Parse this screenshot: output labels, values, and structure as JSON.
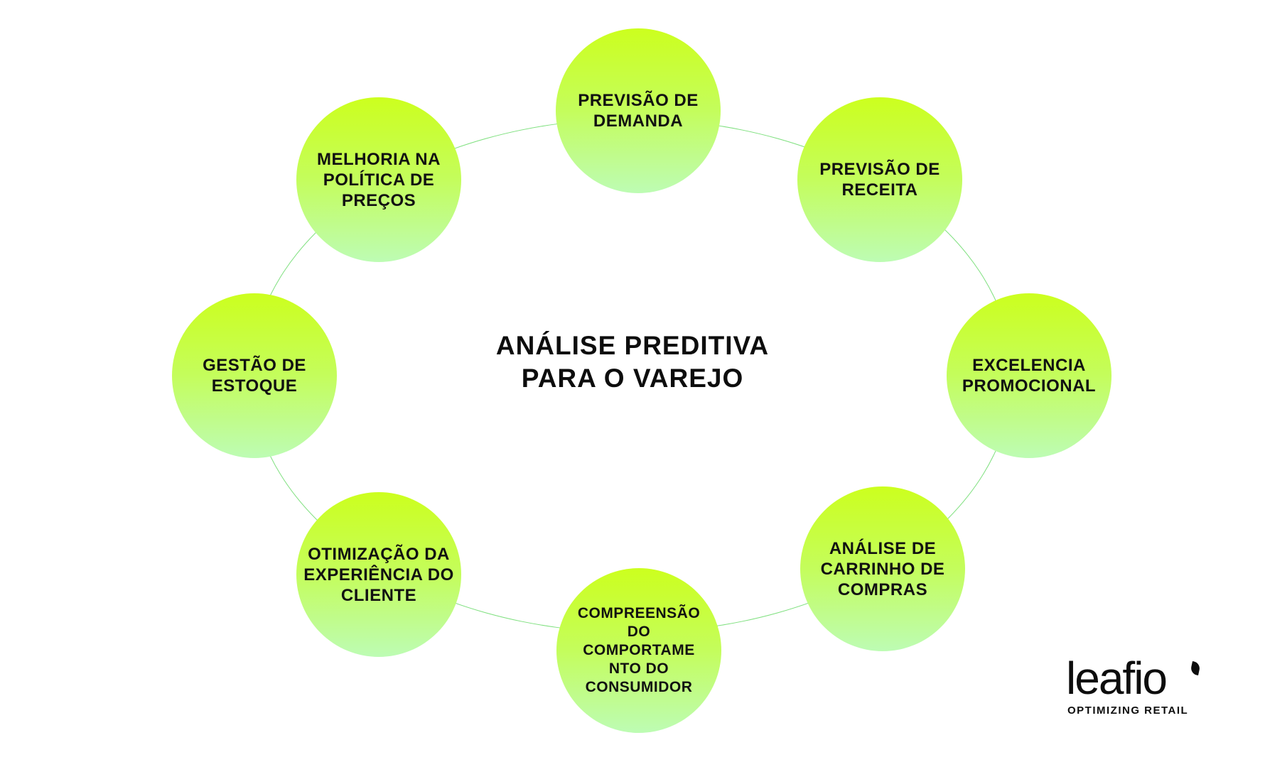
{
  "title": "ANÁLISE PREDITIVA\nPARA O VAREJO",
  "nodes": [
    {
      "id": "previsao-demanda",
      "label": "PREVISÃO DE\nDEMANDA"
    },
    {
      "id": "previsao-receita",
      "label": "PREVISÃO DE\nRECEITA"
    },
    {
      "id": "excelencia-promocional",
      "label": "EXCELENCIA\nPROMOCIONAL"
    },
    {
      "id": "analise-carrinho",
      "label": "ANÁLISE DE\nCARRINHO DE\nCOMPRAS"
    },
    {
      "id": "comportamento-consumidor",
      "label": "COMPREENSÃO\nDO\nCOMPORTAME\nNTO DO\nCONSUMIDOR"
    },
    {
      "id": "experiencia-cliente",
      "label": "OTIMIZAÇÃO DA\nEXPERIÊNCIA DO\nCLIENTE"
    },
    {
      "id": "gestao-estoque",
      "label": "GESTÃO DE\nESTOQUE"
    },
    {
      "id": "politica-precos",
      "label": "MELHORIA NA\nPOLÍTICA DE\nPREÇOS"
    }
  ],
  "logo": {
    "word": "leafio",
    "tagline": "OPTIMIZING RETAIL"
  },
  "colors": {
    "node_top": "#ccff1e",
    "node_bottom": "#bdfcb4",
    "ring": "#7fe07f",
    "text": "#111111"
  }
}
